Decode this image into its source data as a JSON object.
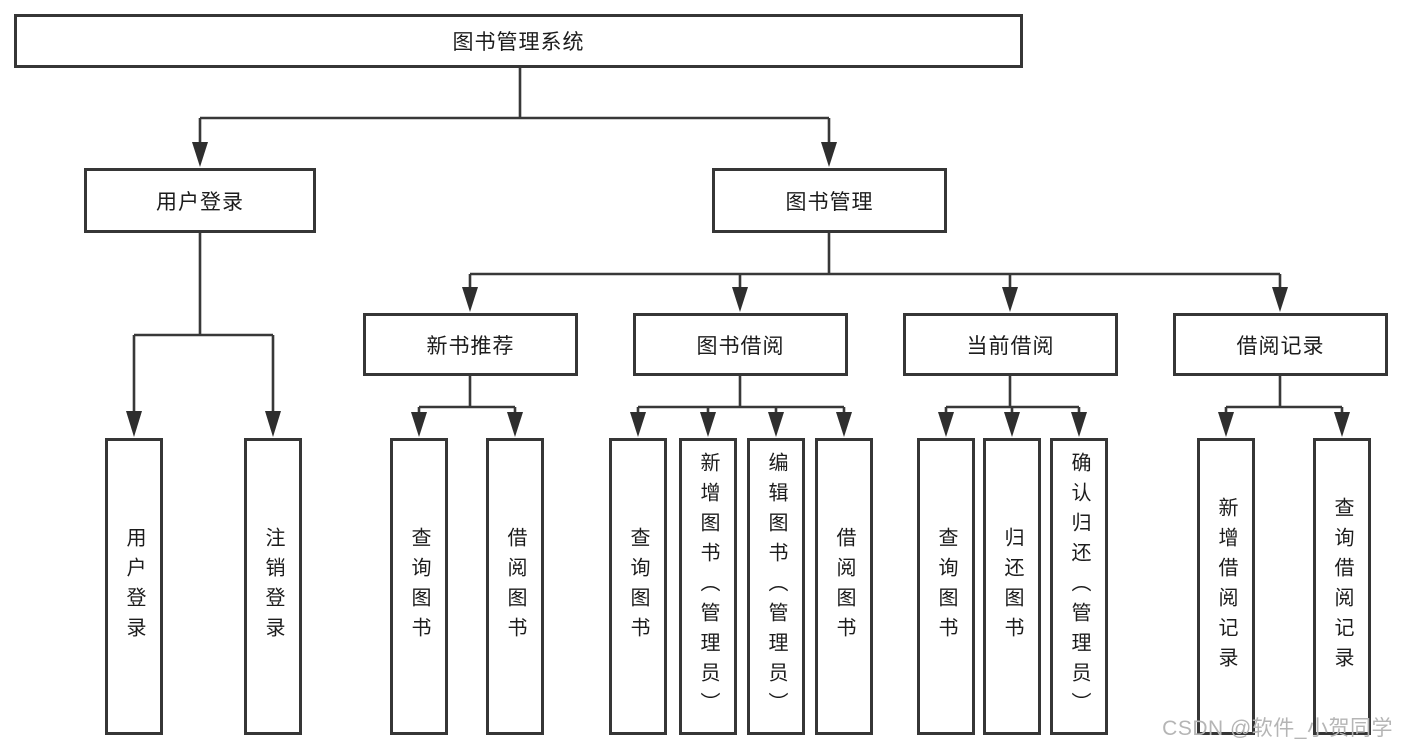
{
  "diagram": {
    "root": {
      "label": "图书管理系统"
    },
    "level2": [
      {
        "label": "用户登录"
      },
      {
        "label": "图书管理"
      }
    ],
    "level3": [
      {
        "label": "新书推荐"
      },
      {
        "label": "图书借阅"
      },
      {
        "label": "当前借阅"
      },
      {
        "label": "借阅记录"
      }
    ],
    "leaves": {
      "user_login": [
        "用户登录",
        "注销登录"
      ],
      "new_books": [
        "查询图书",
        "借阅图书"
      ],
      "book_borrow": [
        "查询图书",
        "新增图书（管理员）",
        "编辑图书（管理员）",
        "借阅图书"
      ],
      "current_borrow": [
        "查询图书",
        "归还图书",
        "确认归还（管理员）"
      ],
      "borrow_records": [
        "新增借阅记录",
        "查询借阅记录"
      ]
    }
  },
  "watermark": {
    "text": "CSDN @软件_小贺同学",
    "color": "#b5b5b5"
  },
  "colors": {
    "line": "#383838",
    "border": "#363636",
    "background": "#ffffff",
    "text": "#1c1c1c"
  }
}
